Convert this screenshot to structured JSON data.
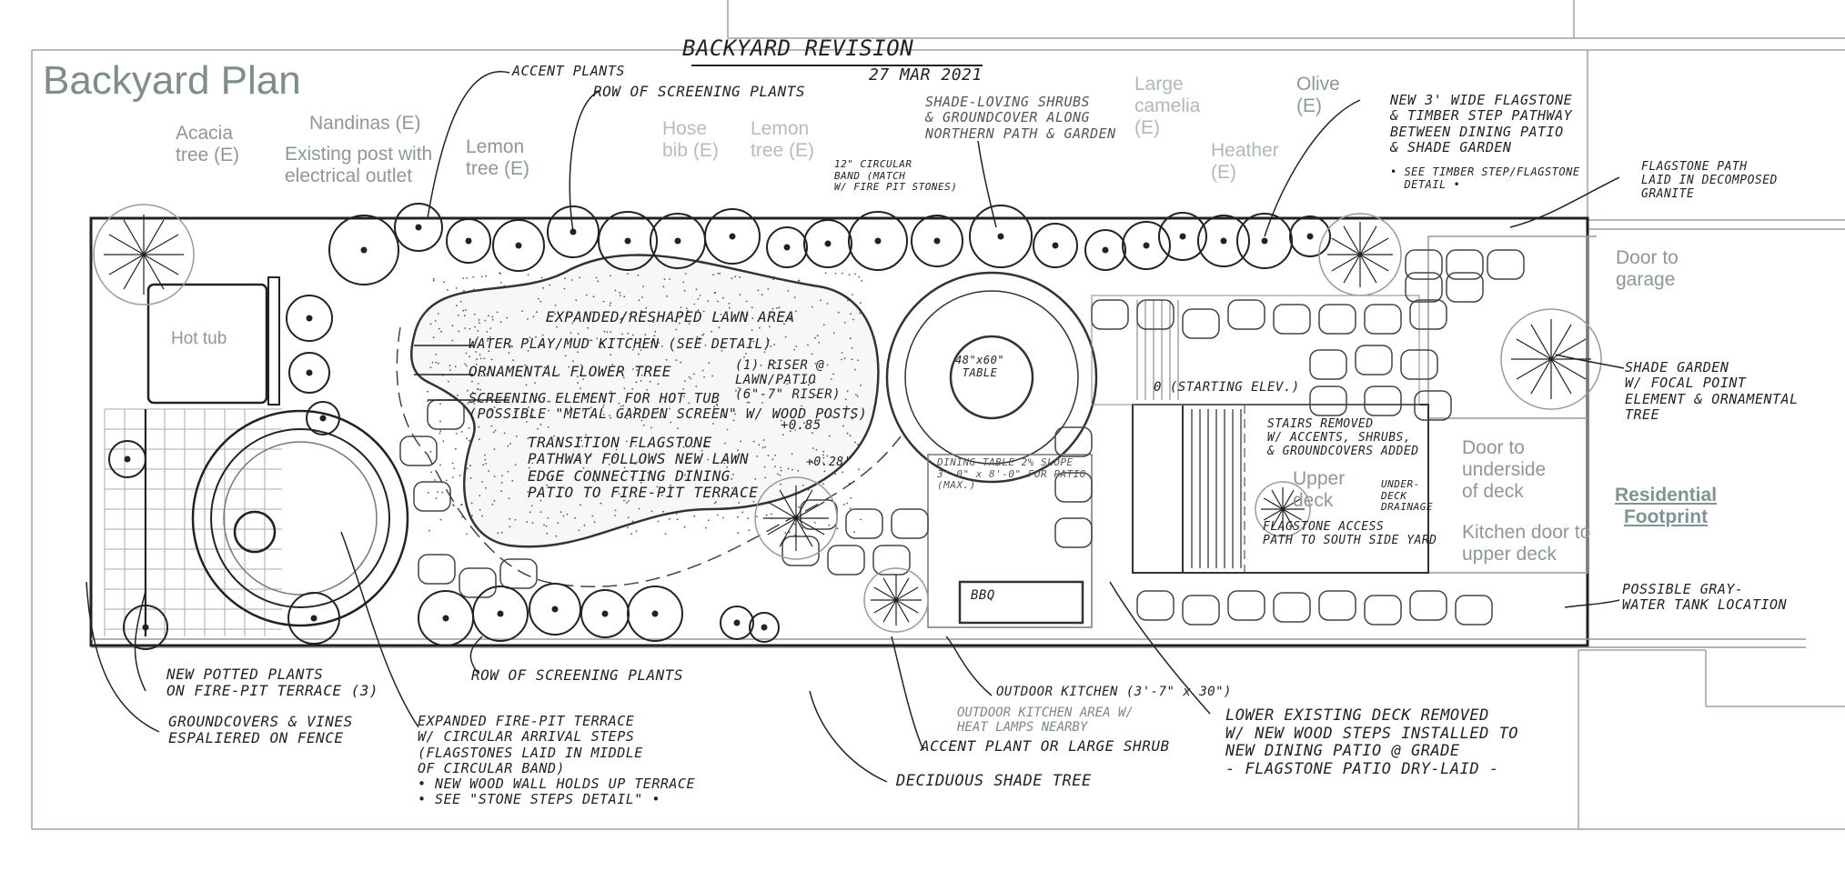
{
  "title": "Backyard Plan",
  "revision": {
    "heading": "BACKYARD REVISION",
    "date": "27 MAR 2021"
  },
  "existing_labels": {
    "acacia": "Acacia\ntree (E)",
    "nandinas": "Nandinas (E)",
    "post": "Existing post with\nelectrical outlet",
    "lemon_left": "Lemon\ntree (E)",
    "hose_bib": "Hose\nbib (E)",
    "lemon_center": "Lemon\ntree (E)",
    "large_camelia": "Large\ncamelia\n(E)",
    "heather": "Heather\n(E)",
    "olive": "Olive\n(E)",
    "hot_tub": "Hot tub",
    "door_garage": "Door to\ngarage",
    "door_deck": "Door to\nunderside\nof deck",
    "upper_deck": "Upper\ndeck",
    "kitchen_door": "Kitchen door to\nupper deck",
    "residential": "Residential\nFootprint"
  },
  "notes": {
    "accent_plants": "ACCENT PLANTS",
    "row_screening_top": "ROW OF SCREENING PLANTS",
    "circular_band": "12\" CIRCULAR\nBAND (MATCH\nW/ FIRE PIT STONES)",
    "shade_shrubs": "SHADE-LOVING SHRUBS\n& GROUNDCOVER ALONG\nNORTHERN PATH & GARDEN",
    "new_pathway": "NEW 3' WIDE FLAGSTONE\n& TIMBER STEP PATHWAY\nBETWEEN DINING PATIO\n& SHADE GARDEN",
    "see_detail_timber": "• SEE TIMBER STEP/FLAGSTONE\n  DETAIL •",
    "flagstone_path": "FLAGSTONE PATH\nLAID IN DECOMPOSED\nGRANITE",
    "lawn": "EXPANDED/RESHAPED LAWN AREA",
    "water_play": "WATER PLAY/MUD KITCHEN (SEE DETAIL)",
    "ornamental_tree": "ORNAMENTAL FLOWER TREE",
    "screening_element": "SCREENING ELEMENT FOR HOT TUB\n(POSSIBLE \"METAL GARDEN SCREEN\" W/ WOOD POSTS)",
    "riser": "(1) RISER @\nLAWN/PATIO\n(6\"-7\" RISER)",
    "elev_085": "+0.85",
    "table": "48\"x60\"\nTABLE",
    "starting_elev": "0 (STARTING ELEV.)",
    "transition": "TRANSITION FLAGSTONE\nPATHWAY FOLLOWS NEW LAWN\nEDGE CONNECTING DINING\nPATIO TO FIRE-PIT TERRACE",
    "elev_028": "+0.28'",
    "dining_table": "DINING TABLE 2% SLOPE\n3'-0\" x 8'-0\" FOR PATIO\n(MAX.)",
    "stairs_removed": "STAIRS REMOVED\nW/ ACCENTS, SHRUBS,\n& GROUNDCOVERS ADDED",
    "under_deck": "UNDER-\nDECK\nDRAINAGE",
    "flagstone_access": "FLAGSTONE ACCESS\nPATH TO SOUTH SIDE YARD",
    "shade_garden": "SHADE GARDEN\nW/ FOCAL POINT\nELEMENT & ORNAMENTAL\nTREE",
    "gray_water": "POSSIBLE GRAY-\nWATER TANK LOCATION",
    "bbq": "BBQ",
    "potted_plants": "NEW POTTED PLANTS\nON FIRE-PIT TERRACE (3)",
    "groundcovers": "GROUNDCOVERS & VINES\nESPALIERED ON FENCE",
    "row_screening_bottom": "ROW OF SCREENING PLANTS",
    "fire_pit_terrace": "EXPANDED FIRE-PIT TERRACE\nW/ CIRCULAR ARRIVAL STEPS\n(FLAGSTONES LAID IN MIDDLE\nOF CIRCULAR BAND)\n• NEW WOOD WALL HOLDS UP TERRACE\n• SEE \"STONE STEPS DETAIL\" •",
    "outdoor_kitchen": "OUTDOOR KITCHEN (3'-7\" x 30\")",
    "kitchen_area": "OUTDOOR KITCHEN AREA W/\nHEAT LAMPS NEARBY",
    "accent_shrub": "ACCENT PLANT OR LARGE SHRUB",
    "deciduous": "DECIDUOUS SHADE TREE",
    "lower_deck": "LOWER EXISTING DECK REMOVED\nW/ NEW WOOD STEPS INSTALLED TO\nNEW DINING PATIO @ GRADE\n- FLAGSTONE PATIO DRY-LAID -"
  },
  "colors": {
    "ink": "#222222",
    "typed": "#8e9797",
    "light_ink": "#7d8787",
    "lawn_dot": "#555555"
  }
}
